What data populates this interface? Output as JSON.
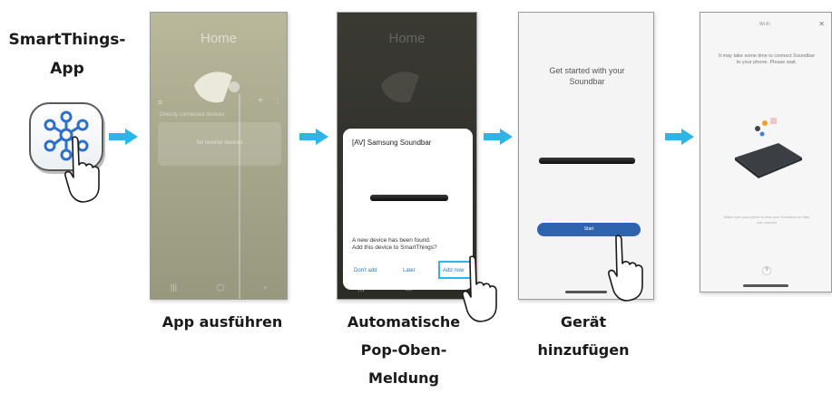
{
  "app_title": {
    "line1": "SmartThings-",
    "line2": "App"
  },
  "steps": [
    {
      "caption": [
        "App ausführen"
      ],
      "screen": {
        "title": "Home",
        "subtitle": "Directly connected devices",
        "card_text": "No favorite devices"
      }
    },
    {
      "caption": [
        "Automatische",
        "Pop-Oben-",
        "Meldung"
      ],
      "screen": {
        "title": "Home",
        "popup_title": "[AV] Samsung Soundbar",
        "popup_message_line1": "A new device has been found.",
        "popup_message_line2": "Add this device to SmartThings?",
        "buttons": [
          "Don't add",
          "Later",
          "Add now"
        ]
      }
    },
    {
      "caption": [
        "Gerät",
        "hinzufügen"
      ],
      "screen": {
        "title_line1": "Get started with your",
        "title_line2": "Soundbar",
        "start_label": "Start"
      }
    },
    {
      "caption": [],
      "screen": {
        "wifi_label": "Wi-Fi",
        "close_icon": "close-icon",
        "note_line1": "It may take some time to connect Soundbar",
        "note_line2": "to your phone. Please wait.",
        "tiny_line1": "Make sure your phone is near your Soundbar so they",
        "tiny_line2": "can connect",
        "help_label": "?"
      }
    }
  ],
  "colors": {
    "arrow": "#2db5e8",
    "highlight": "#2db5e8",
    "start_button": "#2f63ae",
    "app_icon_blue": "#2c6fcf"
  },
  "icons": [
    "smartthings-app-icon",
    "arrow-right-icon",
    "hand-tap-icon",
    "lamp-icon",
    "close-icon",
    "help-icon"
  ]
}
